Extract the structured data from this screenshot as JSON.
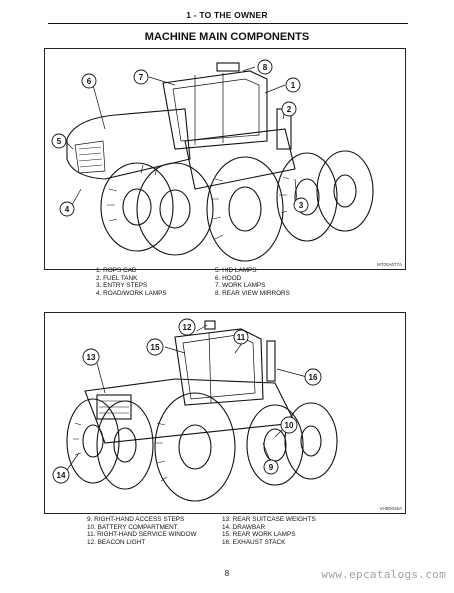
{
  "header": {
    "title": "1 - TO THE OWNER"
  },
  "section_title": "MACHINE MAIN COMPONENTS",
  "figure1": {
    "code": "MT00A077A",
    "callouts": [
      "1",
      "2",
      "3",
      "4",
      "5",
      "6",
      "7",
      "8"
    ],
    "legend_col1": [
      "1. ROPS CAB",
      "2. FUEL TANK",
      "3. ENTRY STEPS",
      "4. ROAD/WORK LAMPS"
    ],
    "legend_col2": [
      "5. HID LAMPS",
      "6. HOOD",
      "7. WORK LAMPS",
      "8. REAR VIEW MIRRORS"
    ]
  },
  "figure2": {
    "code": "VH0D026A",
    "callouts": [
      "9",
      "10",
      "11",
      "12",
      "13",
      "14",
      "15",
      "16"
    ],
    "legend_col1": [
      "9. RIGHT-HAND ACCESS STEPS",
      "10. BATTERY COMPARTMENT",
      "11. RIGHT-HAND SERVICE WINDOW",
      "12. BEACON LIGHT"
    ],
    "legend_col2": [
      "13. REAR SUITCASE WEIGHTS",
      "14. DRAWBAR",
      "15. REAR WORK LAMPS",
      "16. EXHAUST STACK"
    ]
  },
  "footer": {
    "page_number": "8",
    "watermark": "www.epcatalogs.com"
  }
}
